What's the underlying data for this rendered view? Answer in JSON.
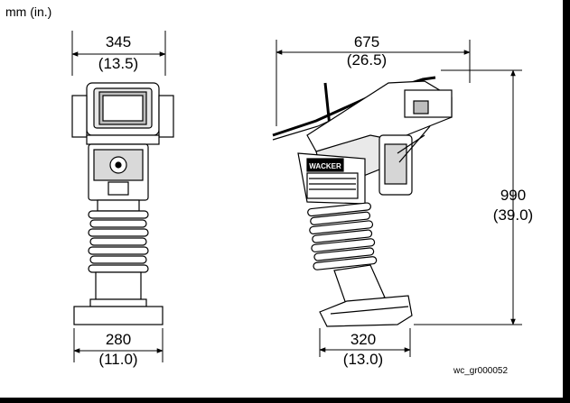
{
  "units_label": "mm (in.)",
  "front_view": {
    "top_width_mm": "345",
    "top_width_in": "(13.5)",
    "base_width_mm": "280",
    "base_width_in": "(11.0)"
  },
  "side_view": {
    "length_mm": "675",
    "length_in": "(26.5)",
    "height_mm": "990",
    "height_in": "(39.0)",
    "foot_length_mm": "320",
    "foot_length_in": "(13.0)",
    "brand_plate": "WACKER"
  },
  "figure_code": "wc_gr000052"
}
